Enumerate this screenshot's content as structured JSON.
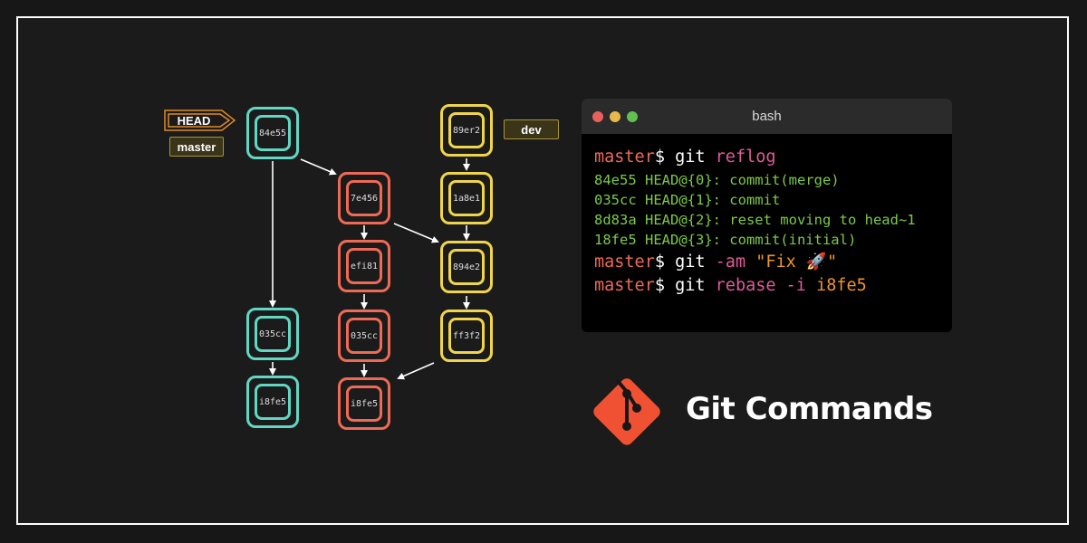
{
  "diagram": {
    "labels": {
      "head": "HEAD",
      "master": "master",
      "dev": "dev"
    },
    "columns": {
      "master": {
        "color": "#5fd7c2",
        "commits": [
          "84e55",
          "035cc",
          "i8fe5"
        ]
      },
      "feature": {
        "color": "#ee6a55",
        "commits": [
          "7e456",
          "efi81",
          "035cc",
          "i8fe5"
        ]
      },
      "dev": {
        "color": "#f0d54a",
        "commits": [
          "89er2",
          "1a8e1",
          "894e2",
          "ff3f2"
        ]
      }
    }
  },
  "terminal": {
    "title": "bash",
    "window_buttons": [
      {
        "name": "close",
        "color": "#e9615a"
      },
      {
        "name": "minimize",
        "color": "#e8b94a"
      },
      {
        "name": "maximize",
        "color": "#5fc04f"
      }
    ],
    "prompt": "master",
    "dollar": "$",
    "commands": [
      {
        "git": "git",
        "sub": "reflog",
        "arg": ""
      },
      {
        "git": "git",
        "sub": "-am",
        "arg": "\"Fix 🚀\""
      },
      {
        "git": "git",
        "sub": "rebase -i",
        "arg": "i8fe5"
      }
    ],
    "reflog_output": [
      "84e55 HEAD@{0}: commit(merge)",
      "035cc HEAD@{1}: commit",
      "8d83a HEAD@{2}: reset moving to head~1",
      "18fe5 HEAD@{3}: commit(initial)"
    ]
  },
  "brand": {
    "title": "Git Commands",
    "logo": "git-logo-icon",
    "logo_color": "#f05133"
  }
}
